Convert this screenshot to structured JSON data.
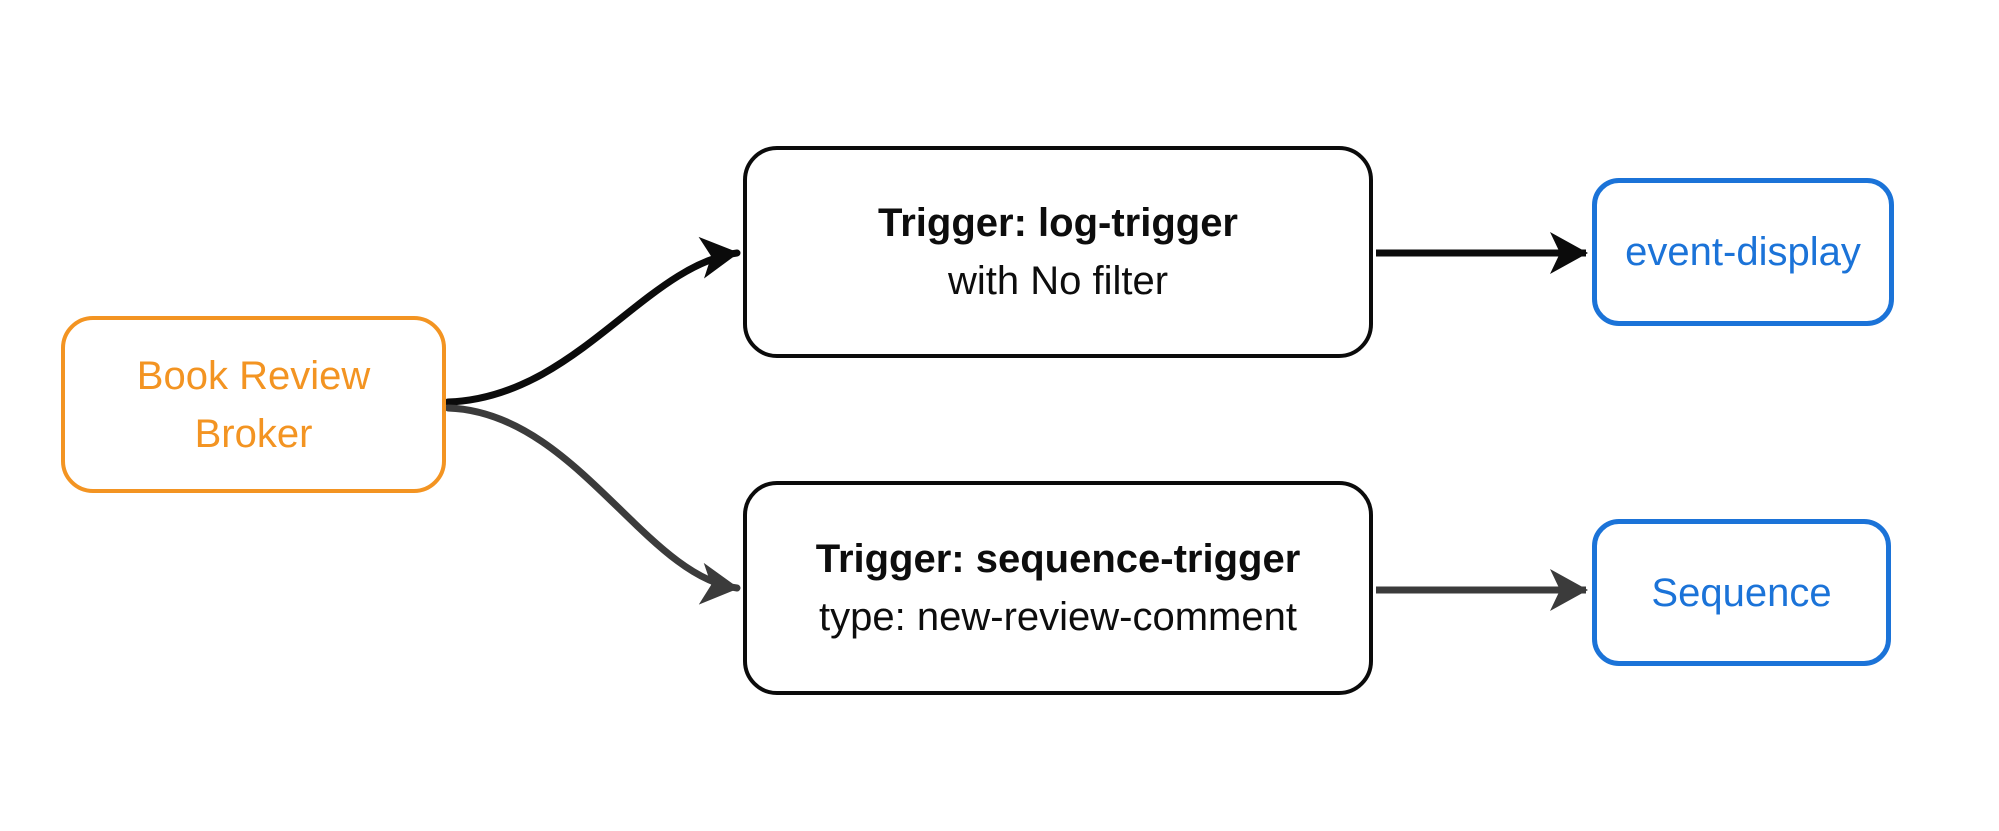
{
  "diagram": {
    "type": "flowchart",
    "direction": "left-to-right",
    "background_color": "#ffffff",
    "colors": {
      "broker_accent": "#F39422",
      "sink_accent": "#1B73D8",
      "trigger_border": "#0b0b0b",
      "edge_log_path": "#0b0b0b",
      "edge_sequence_path": "#3b3b3b"
    },
    "nodes": {
      "broker": {
        "label": "Book Review Broker",
        "lines": [
          "Book Review",
          "Broker"
        ]
      },
      "log_trigger": {
        "title": "Trigger: log-trigger",
        "subtitle": "with No filter"
      },
      "sequence_trigger": {
        "title": "Trigger: sequence-trigger",
        "subtitle": "type: new-review-comment"
      },
      "event_display": {
        "label": "event-display"
      },
      "sequence": {
        "label": "Sequence"
      }
    },
    "edges": [
      {
        "from": "broker",
        "to": "log_trigger",
        "style": "curved",
        "color": "#0b0b0b"
      },
      {
        "from": "broker",
        "to": "sequence_trigger",
        "style": "curved",
        "color": "#3b3b3b"
      },
      {
        "from": "log_trigger",
        "to": "event_display",
        "style": "straight",
        "color": "#0b0b0b"
      },
      {
        "from": "sequence_trigger",
        "to": "sequence",
        "style": "straight",
        "color": "#3b3b3b"
      }
    ]
  }
}
